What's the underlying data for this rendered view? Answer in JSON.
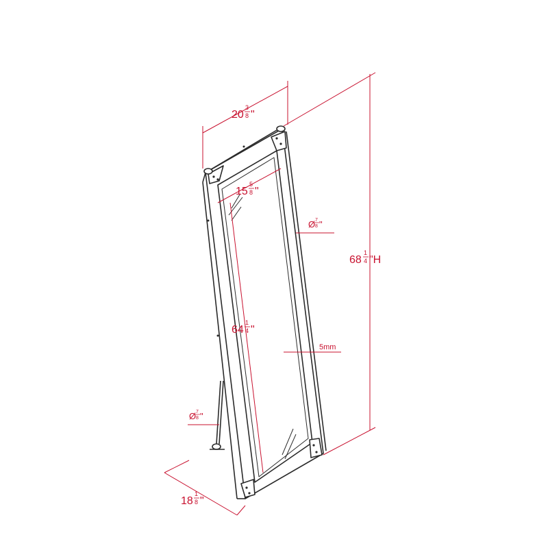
{
  "colors": {
    "dimension": "#c8102e",
    "frame": "#2a2a2a",
    "background": "#ffffff"
  },
  "dimensions": {
    "top_width": {
      "whole": "20",
      "num": "3",
      "den": "8",
      "unit": "\""
    },
    "inner_width": {
      "whole": "15",
      "num": "5",
      "den": "8",
      "unit": "\""
    },
    "total_height": {
      "whole": "68",
      "num": "1",
      "den": "4",
      "unit": "\"H"
    },
    "glass_height": {
      "whole": "64",
      "num": "1",
      "den": "4",
      "unit": "\""
    },
    "bottom_depth": {
      "whole": "18",
      "num": "1",
      "den": "8",
      "unit": "\""
    },
    "tube_dia_right": {
      "prefix": "Ø",
      "num": "7",
      "den": "8",
      "unit": "\""
    },
    "tube_dia_left": {
      "prefix": "Ø",
      "num": "7",
      "den": "8",
      "unit": "\""
    },
    "glass_thickness": {
      "text": "5mm"
    }
  }
}
